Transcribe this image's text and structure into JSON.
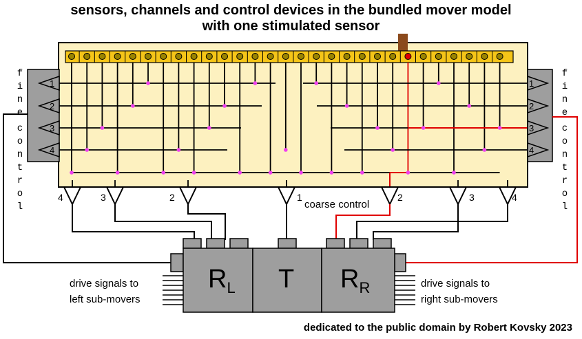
{
  "title_line1": "sensors, channels and control devices in the bundled mover model",
  "title_line2": "with one stimulated sensor",
  "fine_label": "fine",
  "control_label": "control",
  "coarse_control_label": "coarse control",
  "fine_channel_numbers": [
    "1",
    "2",
    "3",
    "4"
  ],
  "coarse_device_numbers": [
    "4",
    "3",
    "2",
    "1",
    "2",
    "3",
    "4"
  ],
  "box_labels": {
    "left": "R",
    "left_sub": "L",
    "middle": "T",
    "right": "R",
    "right_sub": "R"
  },
  "drive_left_line1": "drive signals to",
  "drive_left_line2": "left sub-movers",
  "drive_right_line1": "drive signals to",
  "drive_right_line2": "right sub-movers",
  "credit": "dedicated to the public domain by Robert Kovsky 2023",
  "sensor_count": 29,
  "stimulated_sensor_index": 22,
  "colors": {
    "panel": "#fdf1c0",
    "sensor_strip": "#f5c518",
    "sensor_dot": "#9a8400",
    "junction": "#f040f0",
    "active": "#e00000",
    "device": "#9e9e9e",
    "stimulus": "#8b4a1c"
  }
}
